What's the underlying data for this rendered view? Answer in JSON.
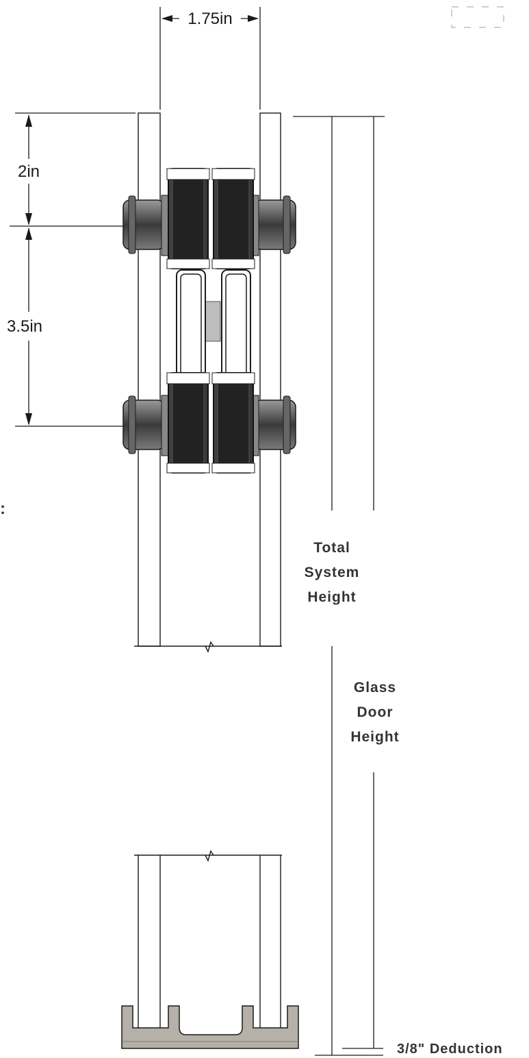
{
  "dimensions": {
    "spacing_width": "1.75in",
    "top_offset": "2in",
    "wheel_spacing": "3.5in"
  },
  "labels": {
    "total_system_height": [
      "Total",
      "System",
      "Height"
    ],
    "glass_door_height": [
      "Glass",
      "Door",
      "Height"
    ],
    "deduction": "3/8\" Deduction",
    "edge_fragment": ":"
  },
  "colors": {
    "line": "#1a1a1a",
    "roller": "#2a2a2a",
    "axle": "#555555",
    "track": "#b5b0a8",
    "spacer": "#bdbdbd"
  }
}
